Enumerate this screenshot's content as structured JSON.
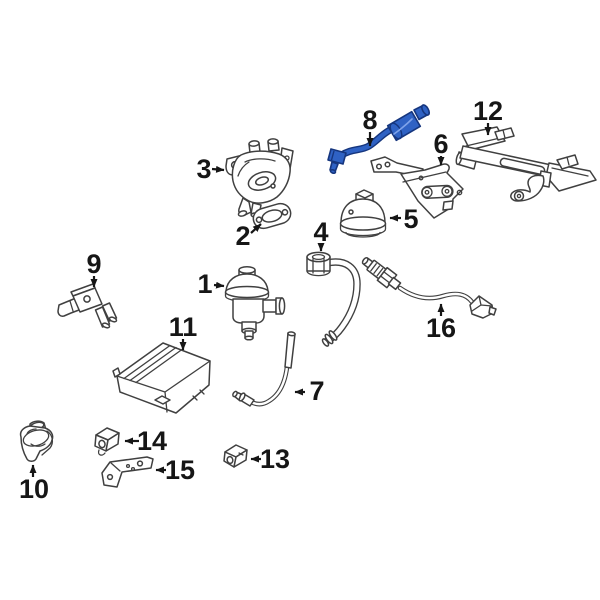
{
  "figure": {
    "type": "exploded-parts-diagram",
    "background_color": "#ffffff",
    "line_color": "#404040",
    "label_color": "#161616",
    "highlight_fill": "#2f62c4",
    "highlight_outline": "#16367e",
    "highlighted_callout": "8",
    "callouts": [
      {
        "label": "1"
      },
      {
        "label": "2"
      },
      {
        "label": "3"
      },
      {
        "label": "4"
      },
      {
        "label": "5"
      },
      {
        "label": "6"
      },
      {
        "label": "7"
      },
      {
        "label": "8"
      },
      {
        "label": "9"
      },
      {
        "label": "10"
      },
      {
        "label": "11"
      },
      {
        "label": "12"
      },
      {
        "label": "13"
      },
      {
        "label": "14"
      },
      {
        "label": "15"
      },
      {
        "label": "16"
      }
    ]
  }
}
